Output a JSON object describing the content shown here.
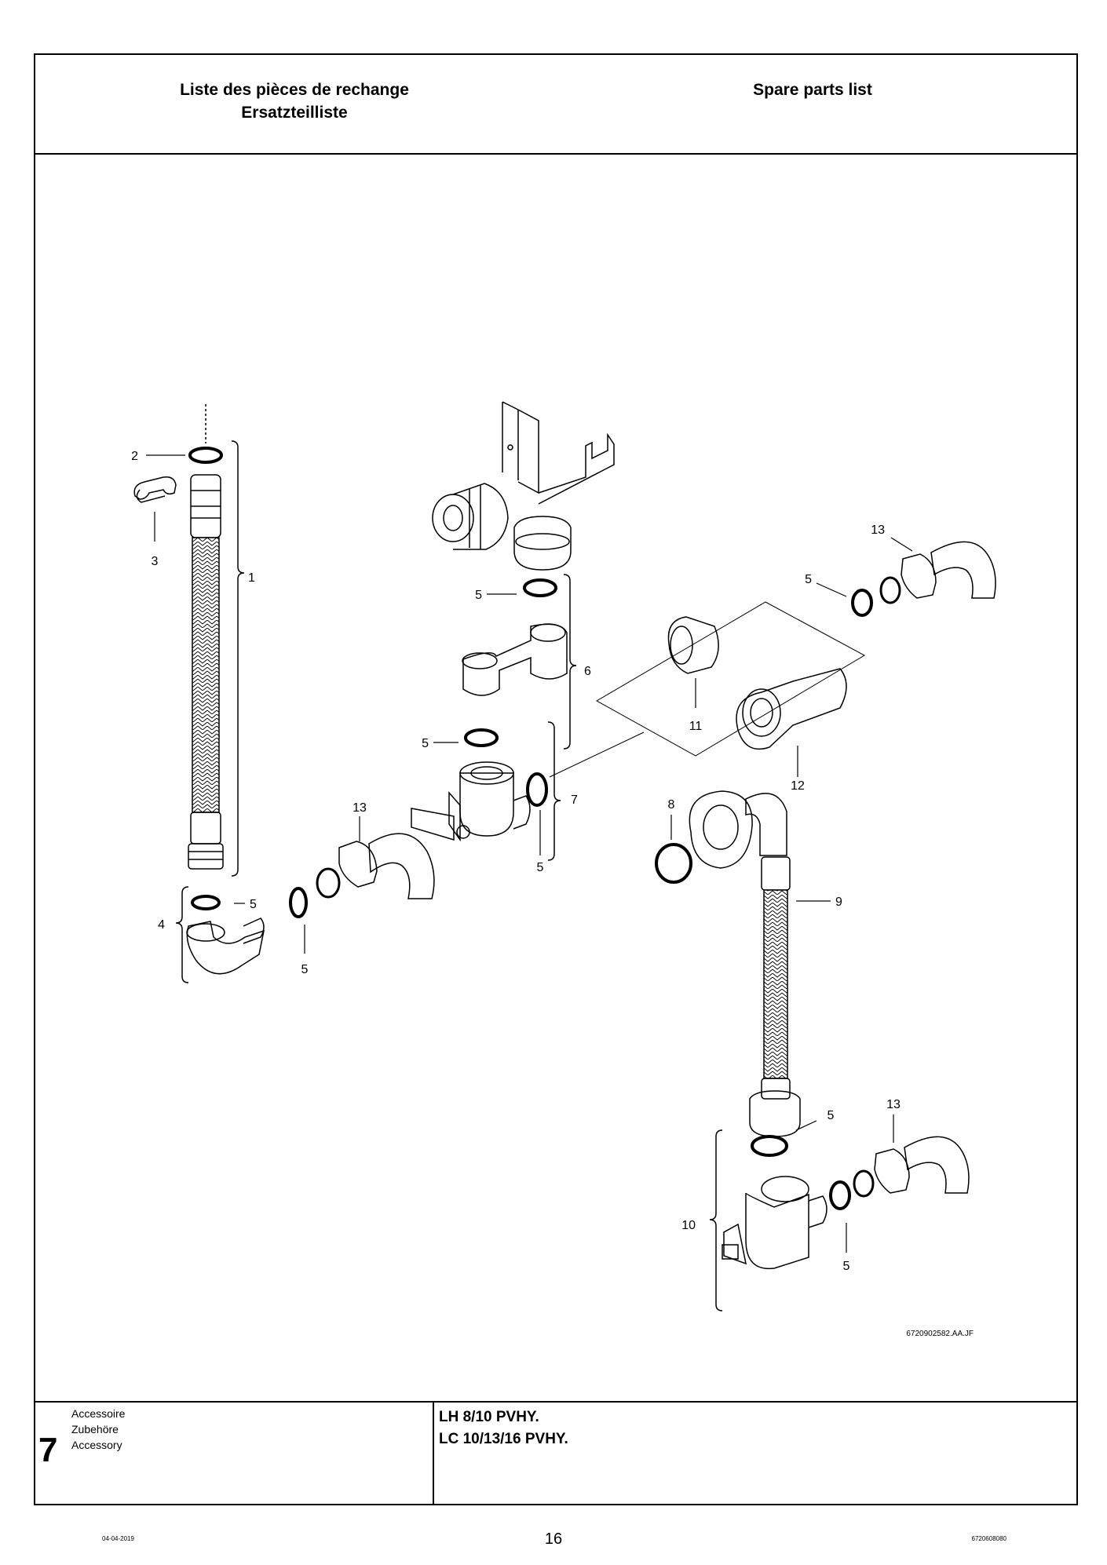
{
  "header": {
    "title_fr": "Liste des pièces de rechange",
    "title_de": "Ersatzteilliste",
    "title_en": "Spare parts list"
  },
  "diagram": {
    "callouts": [
      "1",
      "2",
      "3",
      "4",
      "5",
      "6",
      "7",
      "8",
      "9",
      "10",
      "11",
      "12",
      "13"
    ],
    "drawing_code": "6720902582.AA.JF"
  },
  "footer": {
    "section_number": "7",
    "category_fr": "Accessoire",
    "category_de": "Zubehöre",
    "category_en": "Accessory",
    "model_line_1": "LH 8/10 PVHY.",
    "model_line_2": "LC 10/13/16 PVHY."
  },
  "page": {
    "number": "16",
    "date": "04-04-2019",
    "doc_number": "6720608080"
  }
}
